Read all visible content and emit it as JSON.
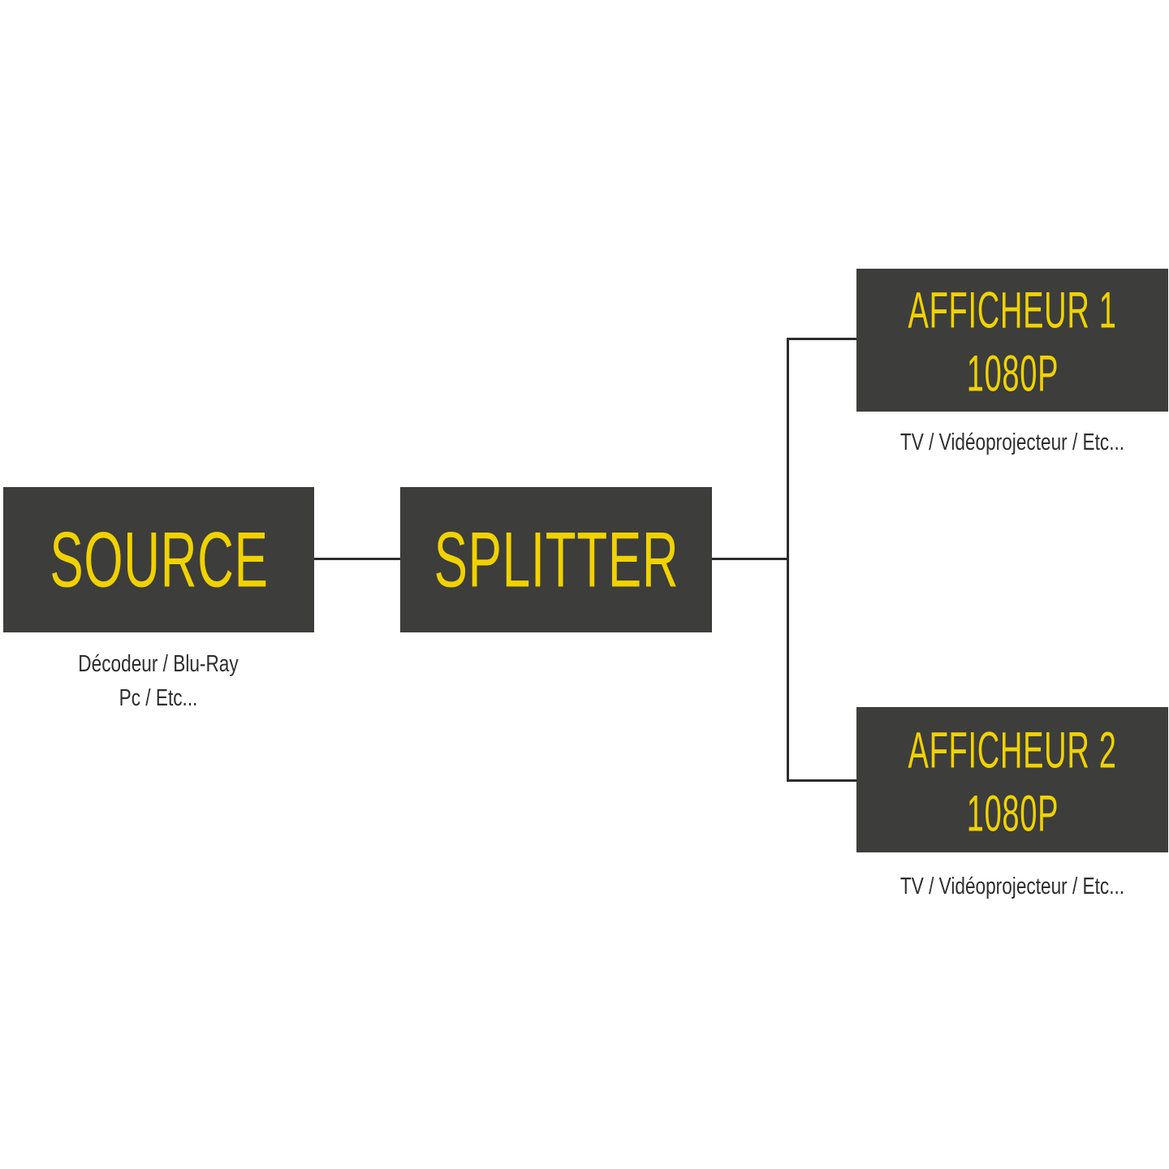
{
  "nodes": {
    "source": {
      "title": "SOURCE",
      "caption_line1": "Décodeur / Blu-Ray",
      "caption_line2": "Pc / Etc..."
    },
    "splitter": {
      "title": "SPLITTER"
    },
    "display1": {
      "title_line1": "AFFICHEUR 1",
      "title_line2": "1080P",
      "caption": "TV / Vidéoprojecteur / Etc..."
    },
    "display2": {
      "title_line1": "AFFICHEUR 2",
      "title_line2": "1080P",
      "caption": "TV / Vidéoprojecteur / Etc..."
    }
  },
  "colors": {
    "box_background": "#3d3d3b",
    "box_text": "#f0d200",
    "connector": "#2c2c2c",
    "caption_text": "#2e2e2e"
  }
}
